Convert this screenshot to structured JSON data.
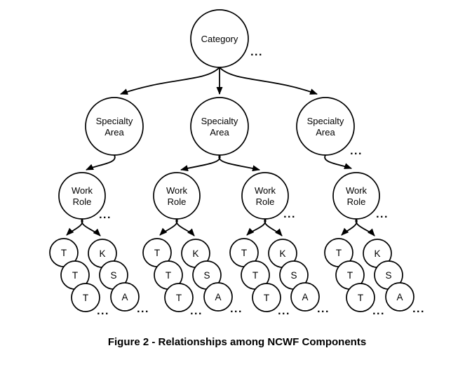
{
  "figure": {
    "caption": "Figure 2 - Relationships among NCWF Components",
    "ellipsis": "...",
    "nodes": {
      "category": "Category",
      "specialty": {
        "line1": "Specialty",
        "line2": "Area"
      },
      "work_role": {
        "line1": "Work",
        "line2": "Role"
      },
      "letters": {
        "t": "T",
        "k": "K",
        "s": "S",
        "a": "A"
      }
    },
    "structure": {
      "levels": [
        "Category",
        "Specialty Area",
        "Work Role",
        "T/K/S/A"
      ],
      "specialty_areas_shown": 3,
      "work_roles_shown": 4,
      "leaf_clusters_shown": 4,
      "leaf_cluster_letters": [
        "T",
        "T",
        "T",
        "K",
        "S",
        "A"
      ]
    }
  }
}
